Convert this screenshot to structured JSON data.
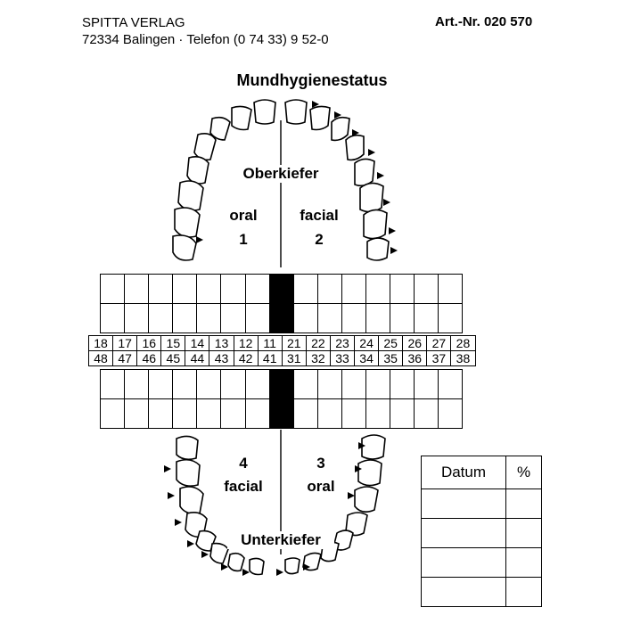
{
  "header": {
    "publisher_line1": "SPITTA VERLAG",
    "publisher_line2": "72334 Balingen · Telefon (0 74 33) 9 52-0",
    "article_number": "Art.-Nr. 020 570"
  },
  "title": "Mundhygienestatus",
  "upper_jaw": {
    "label": "Oberkiefer",
    "left_label": "oral",
    "left_num": "1",
    "right_label": "facial",
    "right_num": "2"
  },
  "lower_jaw": {
    "label": "Unterkiefer",
    "left_label": "facial",
    "left_num": "4",
    "right_label": "oral",
    "right_num": "3"
  },
  "teeth_upper": [
    "18",
    "17",
    "16",
    "15",
    "14",
    "13",
    "12",
    "11",
    "21",
    "22",
    "23",
    "24",
    "25",
    "26",
    "27",
    "28"
  ],
  "teeth_lower": [
    "48",
    "47",
    "46",
    "45",
    "44",
    "43",
    "42",
    "41",
    "31",
    "32",
    "33",
    "34",
    "35",
    "36",
    "37",
    "38"
  ],
  "results_table": {
    "col_date": "Datum",
    "col_percent": "%"
  }
}
